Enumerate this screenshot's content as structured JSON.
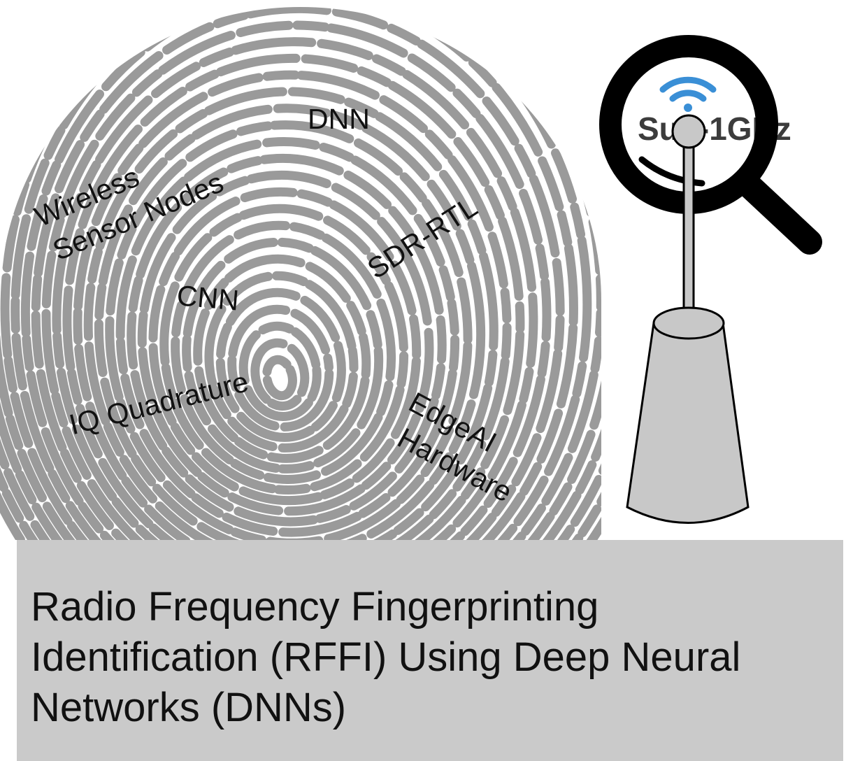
{
  "labels": {
    "dnn": "DNN",
    "wireless": "Wireless",
    "sensor_nodes": "Sensor Nodes",
    "sdr_rtl": "SDR-RTL",
    "cnn": "CNN",
    "iq_quadrature": "IQ Quadrature",
    "edgeai": "EdgeAI",
    "hardware": "Hardware"
  },
  "logo": {
    "text": "Sub-1GHz"
  },
  "banner": {
    "title": "Radio Frequency Fingerprinting\nIdentification (RFFI) Using Deep Neural\nNetworks (DNNs)"
  },
  "colors": {
    "fingerprint": "#9a9a9a",
    "banner_bg": "#cacaca",
    "wifi_blue": "#3a8fd6",
    "magnifier": "#000000",
    "antenna_body": "#c8c8c8"
  }
}
